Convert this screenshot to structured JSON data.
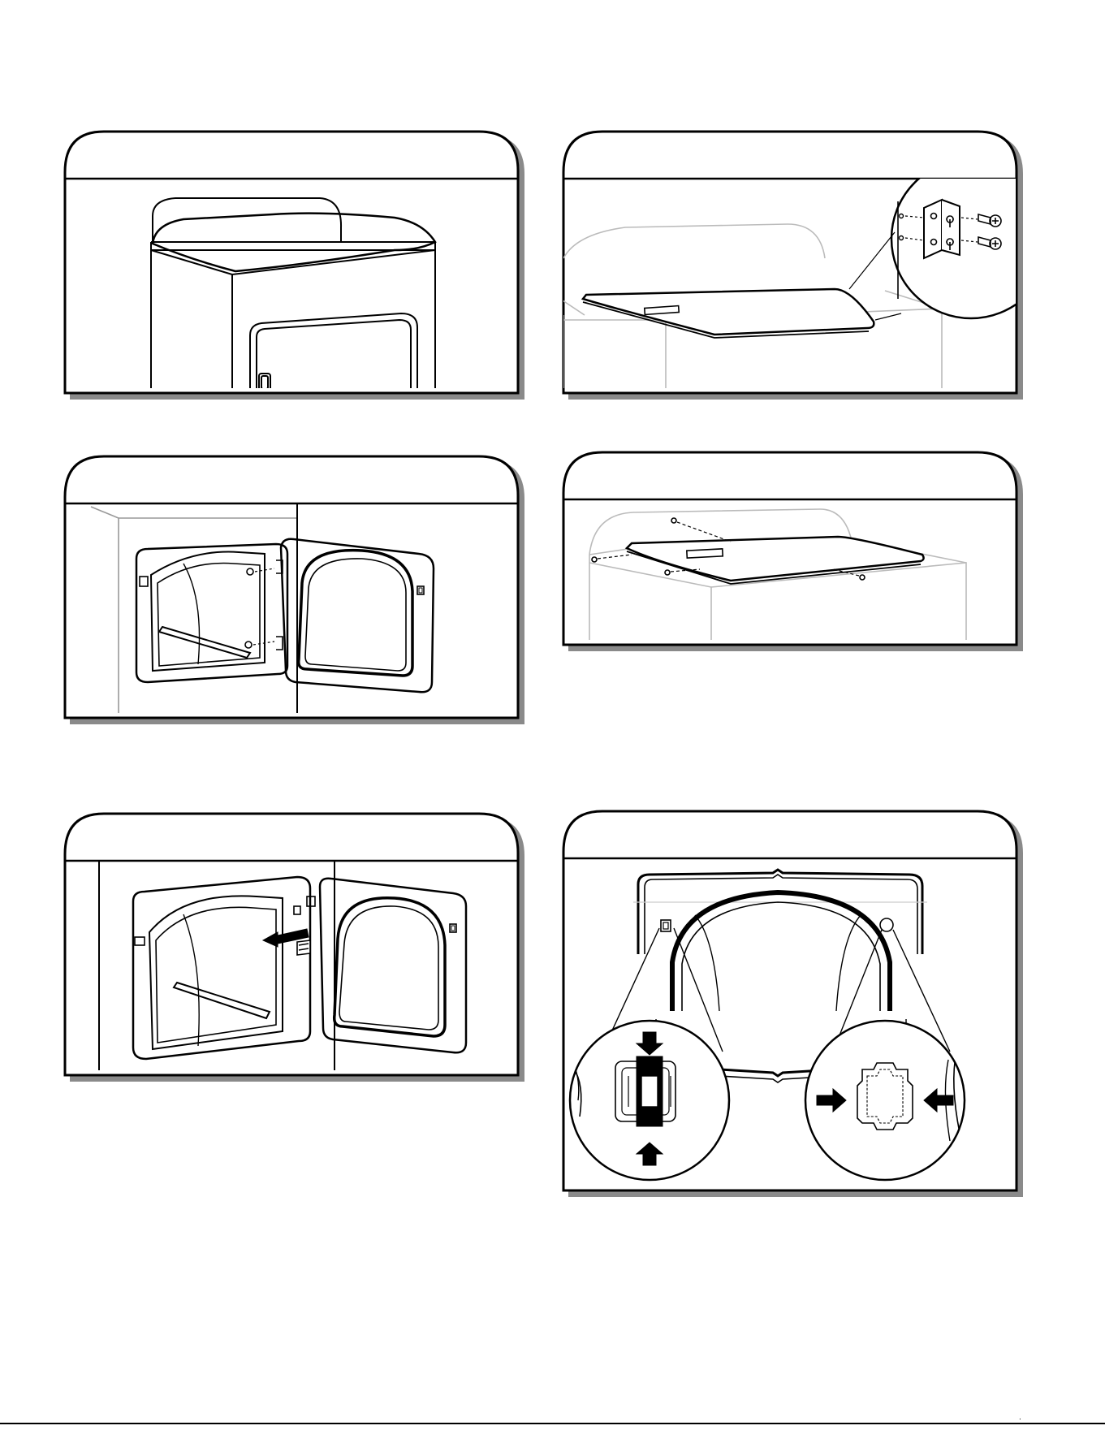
{
  "page": {
    "footer_mark": "."
  },
  "panels": [
    {
      "id": "step-1",
      "header": ""
    },
    {
      "id": "step-2",
      "header": ""
    },
    {
      "id": "step-3",
      "header": ""
    },
    {
      "id": "step-4",
      "header": ""
    },
    {
      "id": "step-5",
      "header": ""
    },
    {
      "id": "step-6",
      "header": ""
    }
  ],
  "colors": {
    "line": "#000000",
    "shadow": "#8a8a8a",
    "paper": "#ffffff"
  }
}
